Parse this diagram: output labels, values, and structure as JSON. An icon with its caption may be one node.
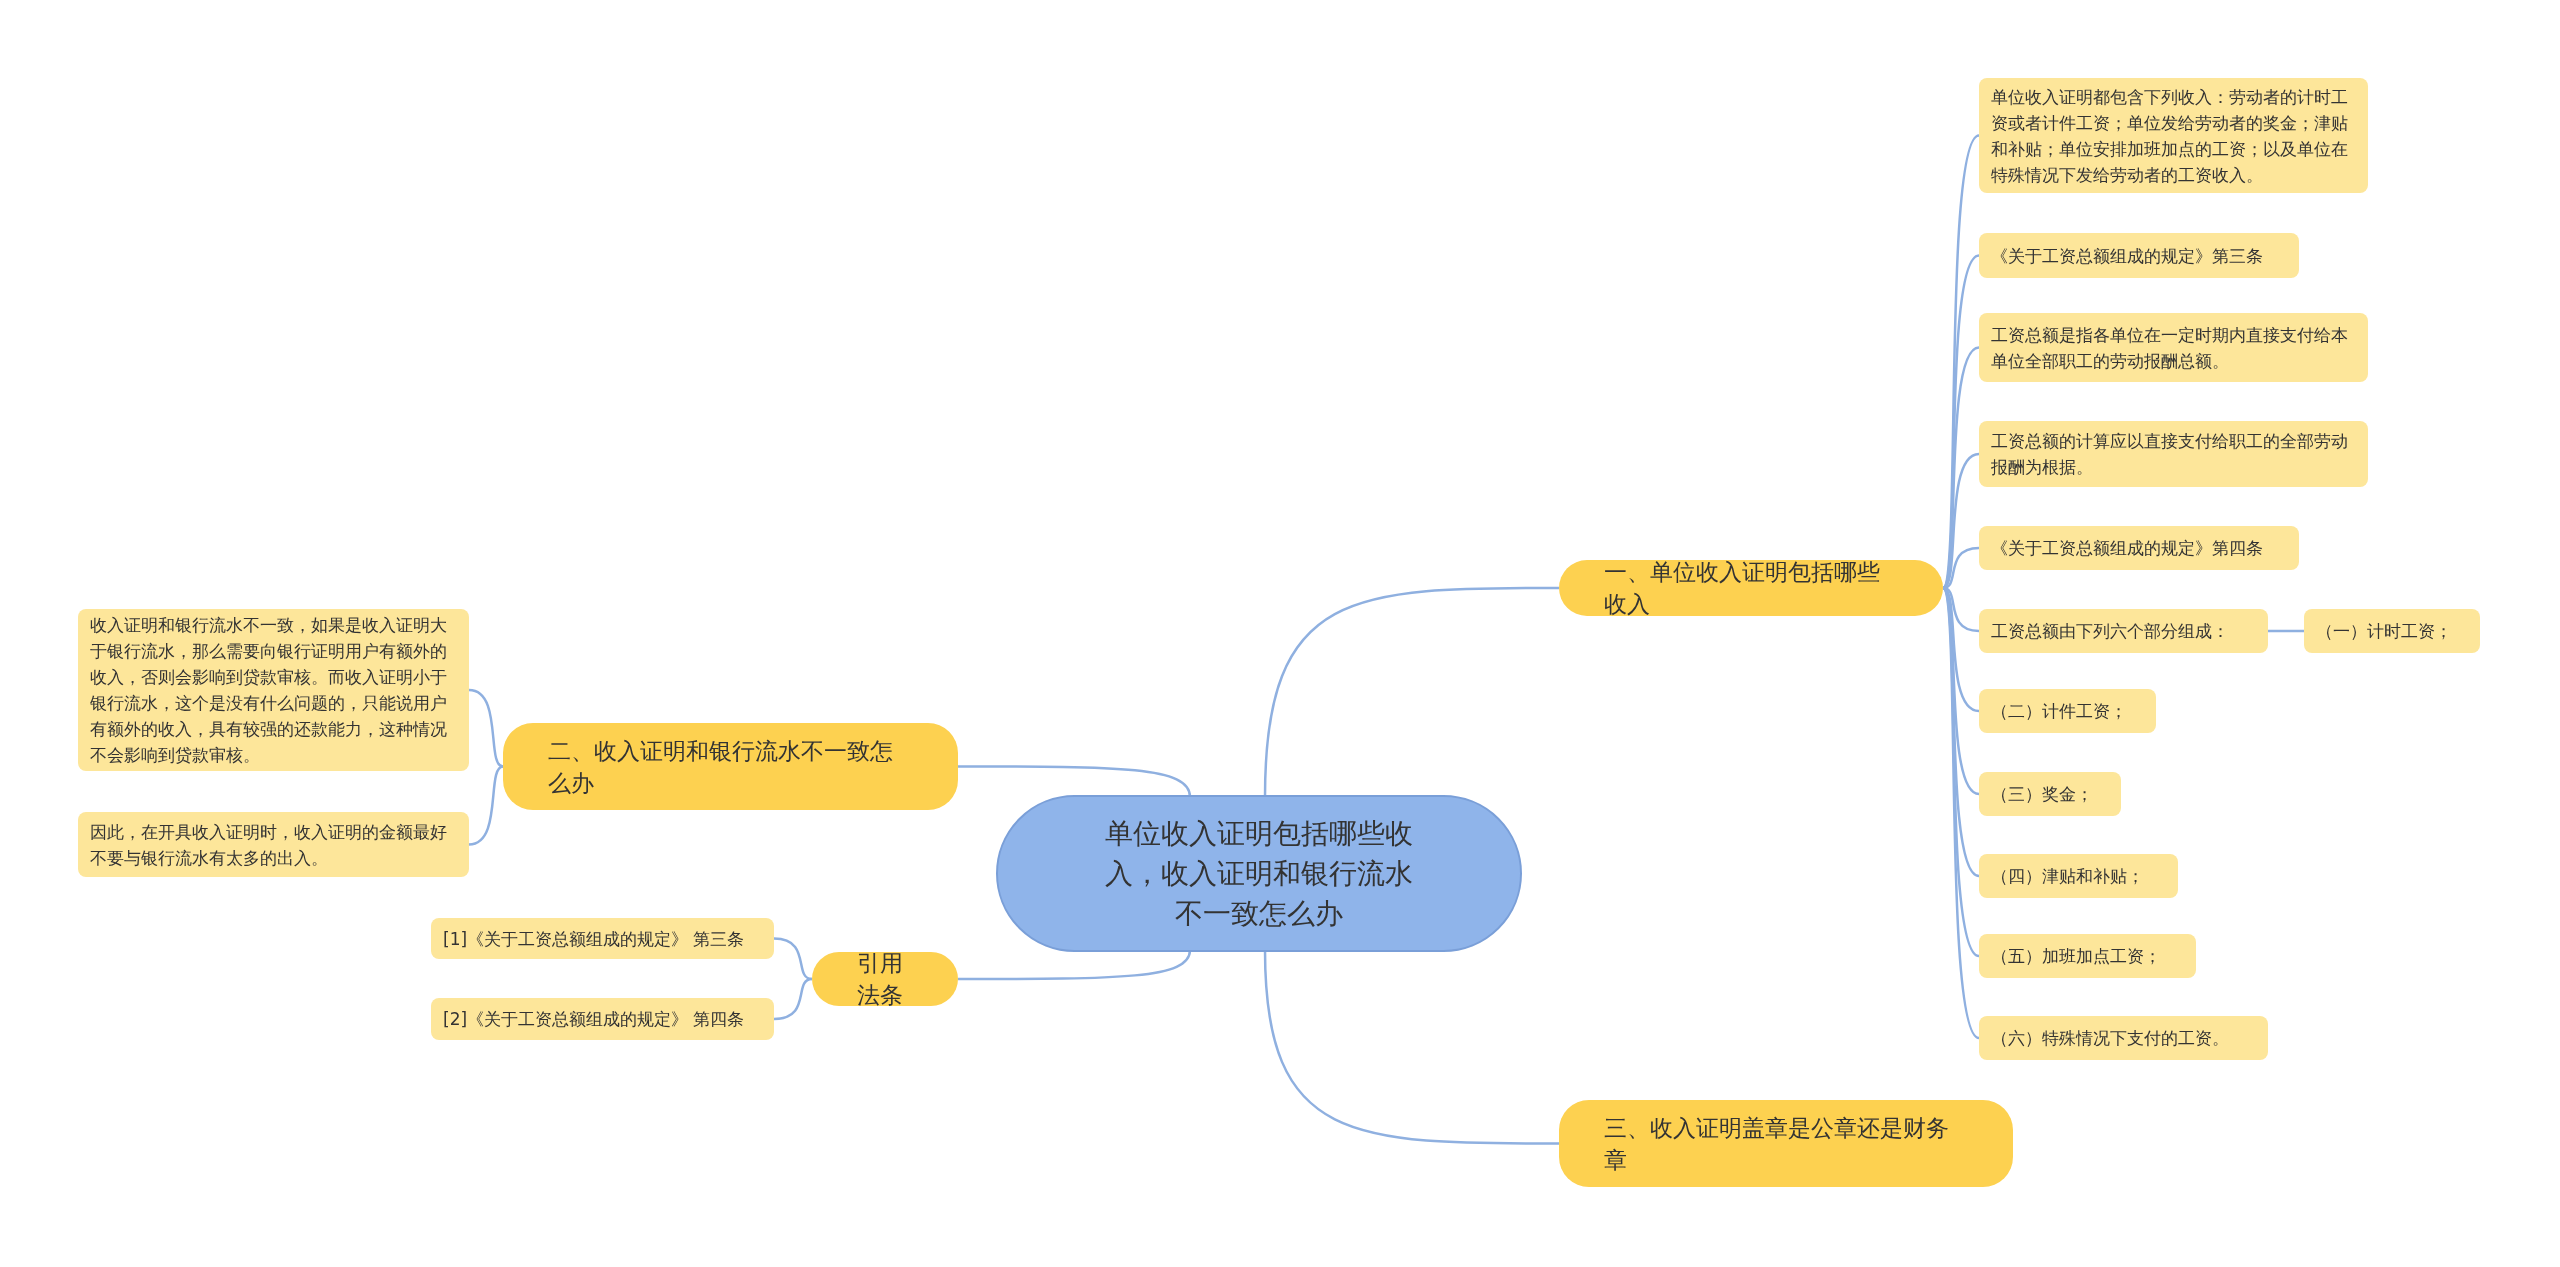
{
  "diagram": {
    "nodes": [
      {
        "text": [
          "单位收入证明包括哪些收入，收入证明和银行流水不一致怎么办"
        ]
      },
      {
        "text": [
          "一、单位收入证明包括哪些收入"
        ]
      },
      {
        "text": [
          "二、收入证明和银行流水不一致怎么办"
        ]
      },
      {
        "text": [
          "引用法条"
        ]
      },
      {
        "text": [
          "三、收入证明盖章是公章还是财务章"
        ]
      },
      {
        "text": [
          "单位收入证明都包含下列收入：劳动者的计时工资或者计件工资；单位发给劳动者的奖金；津贴和补贴；单位安排加班加点的工资；以及单位在特殊情况下发给劳动者的工资收入。"
        ]
      },
      {
        "text": [
          "《关于工资总额组成的规定》第三条"
        ]
      },
      {
        "text": [
          "工资总额是指各单位在一定时期内直接支付给本单位全部职工的劳动报酬总额。"
        ]
      },
      {
        "text": [
          "工资总额的计算应以直接支付给职工的全部劳动报酬为根据。"
        ]
      },
      {
        "text": [
          "《关于工资总额组成的规定》第四条"
        ]
      },
      {
        "text": [
          "工资总额由下列六个部分组成："
        ]
      },
      {
        "text": [
          "（一）计时工资；"
        ]
      },
      {
        "text": [
          "（二）计件工资；"
        ]
      },
      {
        "text": [
          "（三）奖金；"
        ]
      },
      {
        "text": [
          "（四）津贴和补贴；"
        ]
      },
      {
        "text": [
          "（五）加班加点工资；"
        ]
      },
      {
        "text": [
          "（六）特殊情况下支付的工资。"
        ]
      },
      {
        "text": [
          "收入证明和银行流水不一致，如果是收入证明大于银行流水，那么需要向银行证明用户有额外的收入，否则会影响到贷款审核。而收入证明小于银行流水，这个是没有什么问题的，只能说用户有额外的收入，具有较强的还款能力，这种情况不会影响到贷款审核。"
        ]
      },
      {
        "text": [
          "因此，在开具收入证明时，收入证明的金额最好不要与银行流水有太多的出入。"
        ]
      },
      {
        "text": [
          "[1]《关于工资总额组成的规定》 第三条"
        ]
      },
      {
        "text": [
          "[2]《关于工资总额组成的规定》 第四条"
        ]
      }
    ],
    "edges": [
      {
        "from": 0,
        "to": 1,
        "arrow": "none"
      },
      {
        "from": 0,
        "to": 2,
        "arrow": "none"
      },
      {
        "from": 0,
        "to": 3,
        "arrow": "none"
      },
      {
        "from": 0,
        "to": 4,
        "arrow": "none"
      },
      {
        "from": 1,
        "to": 5,
        "arrow": "none"
      },
      {
        "from": 1,
        "to": 6,
        "arrow": "none"
      },
      {
        "from": 1,
        "to": 7,
        "arrow": "none"
      },
      {
        "from": 1,
        "to": 8,
        "arrow": "none"
      },
      {
        "from": 1,
        "to": 9,
        "arrow": "none"
      },
      {
        "from": 1,
        "to": 10,
        "arrow": "none"
      },
      {
        "from": 10,
        "to": 11,
        "arrow": "none"
      },
      {
        "from": 1,
        "to": 12,
        "arrow": "none"
      },
      {
        "from": 1,
        "to": 13,
        "arrow": "none"
      },
      {
        "from": 1,
        "to": 14,
        "arrow": "none"
      },
      {
        "from": 1,
        "to": 15,
        "arrow": "none"
      },
      {
        "from": 1,
        "to": 16,
        "arrow": "none"
      },
      {
        "from": 2,
        "to": 17,
        "arrow": "none"
      },
      {
        "from": 2,
        "to": 18,
        "arrow": "none"
      },
      {
        "from": 3,
        "to": 19,
        "arrow": "none"
      },
      {
        "from": 3,
        "to": 20,
        "arrow": "none"
      }
    ]
  }
}
